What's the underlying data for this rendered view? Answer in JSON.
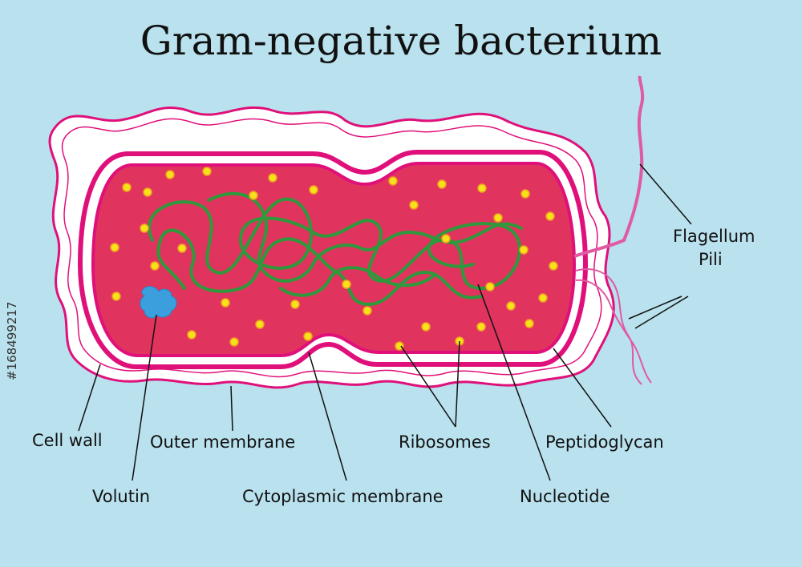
{
  "title": "Gram-negative bacterium",
  "labels": {
    "flagellum": "Flagellum",
    "pili": "Pili",
    "cell_wall": "Cell wall",
    "outer_membrane": "Outer membrane",
    "ribosomes": "Ribosomes",
    "peptidoglycan": "Peptidoglycan",
    "volutin": "Volutin",
    "cytoplasmic_membrane": "Cytoplasmic membrane",
    "nucleotide": "Nucleotide"
  },
  "side_text": "#168499217",
  "colors": {
    "background": "#b9e1ee",
    "membrane": "#e0107a",
    "cytoplasm": "#e0345f",
    "nucleoid": "#2e9a3c",
    "ribosome": "#f7e11a",
    "volutin": "#3b9fde",
    "flagellum": "#e05aa3"
  }
}
